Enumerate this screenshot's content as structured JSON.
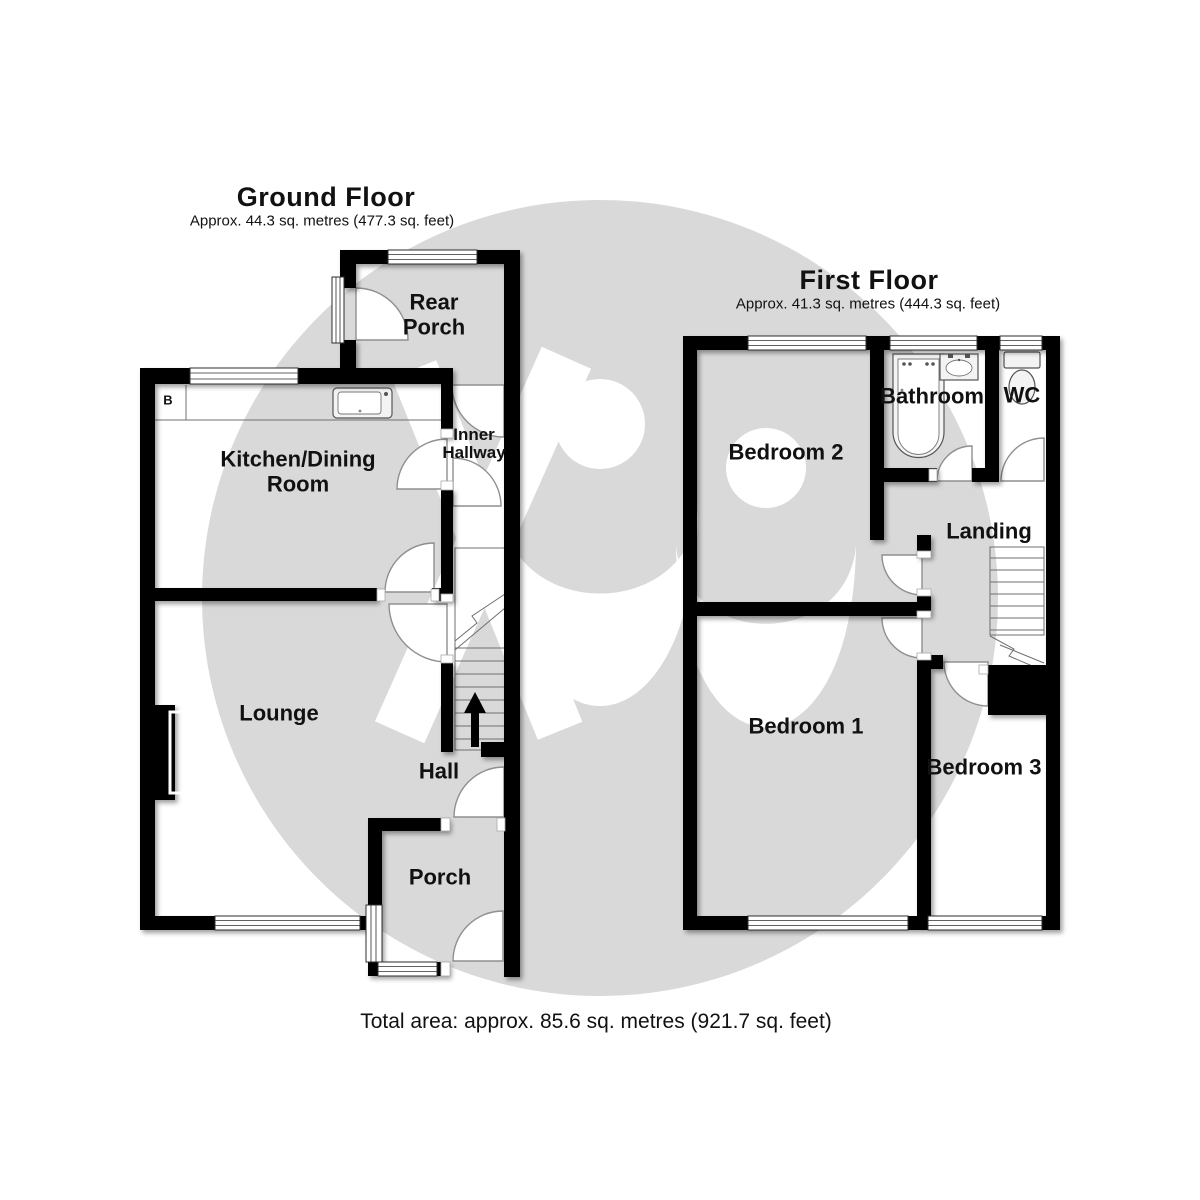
{
  "ground_floor": {
    "title": "Ground Floor",
    "area_label": "Approx. 44.3 sq. metres (477.3 sq. feet)",
    "rooms": {
      "rear_porch": "Rear\nPorch",
      "kitchen_dining": "Kitchen/Dining\nRoom",
      "inner_hallway": "Inner\nHallway",
      "lounge": "Lounge",
      "hall": "Hall",
      "porch": "Porch",
      "boiler_marker": "B"
    }
  },
  "first_floor": {
    "title": "First Floor",
    "area_label": "Approx. 41.3 sq. metres (444.3 sq. feet)",
    "rooms": {
      "bedroom_2": "Bedroom 2",
      "bathroom": "Bathroom",
      "wc": "WC",
      "landing": "Landing",
      "bedroom_1": "Bedroom 1",
      "bedroom_3": "Bedroom 3"
    }
  },
  "footer": {
    "total_area": "Total area: approx. 85.6 sq. metres (921.7 sq. feet)"
  },
  "colors": {
    "background": "#ffffff",
    "wall": "#000000",
    "watermark_circle": "#d9d9d9",
    "watermark_figure": "#ffffff",
    "text": "#111111"
  }
}
